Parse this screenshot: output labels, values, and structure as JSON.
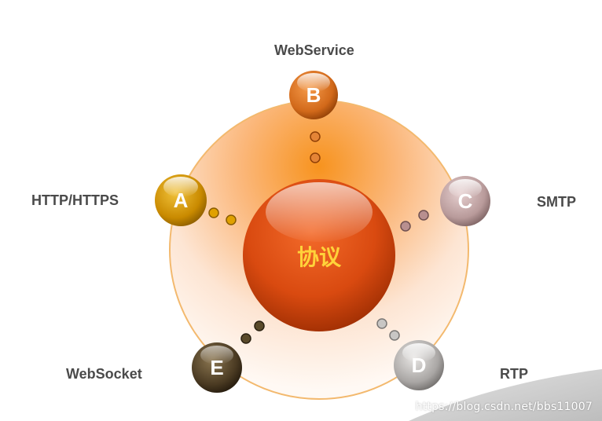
{
  "center": {
    "label": "协议"
  },
  "nodes": [
    {
      "letter": "A",
      "label": "HTTP/HTTPS"
    },
    {
      "letter": "B",
      "label": "WebService"
    },
    {
      "letter": "C",
      "label": "SMTP"
    },
    {
      "letter": "D",
      "label": "RTP"
    },
    {
      "letter": "E",
      "label": "WebSocket"
    }
  ],
  "watermark": "https://blog.csdn.net/bbs11007",
  "colors": {
    "ring_outer": "#f7931e",
    "ring_inner": "#fff6ef",
    "center_sphere": "#c93d09",
    "center_text": "#ffd23a",
    "node_A": "#c98a00",
    "node_B": "#d2691a",
    "node_C": "#b89a9a",
    "node_D": "#a9a6a4",
    "node_E": "#4a3a22"
  }
}
